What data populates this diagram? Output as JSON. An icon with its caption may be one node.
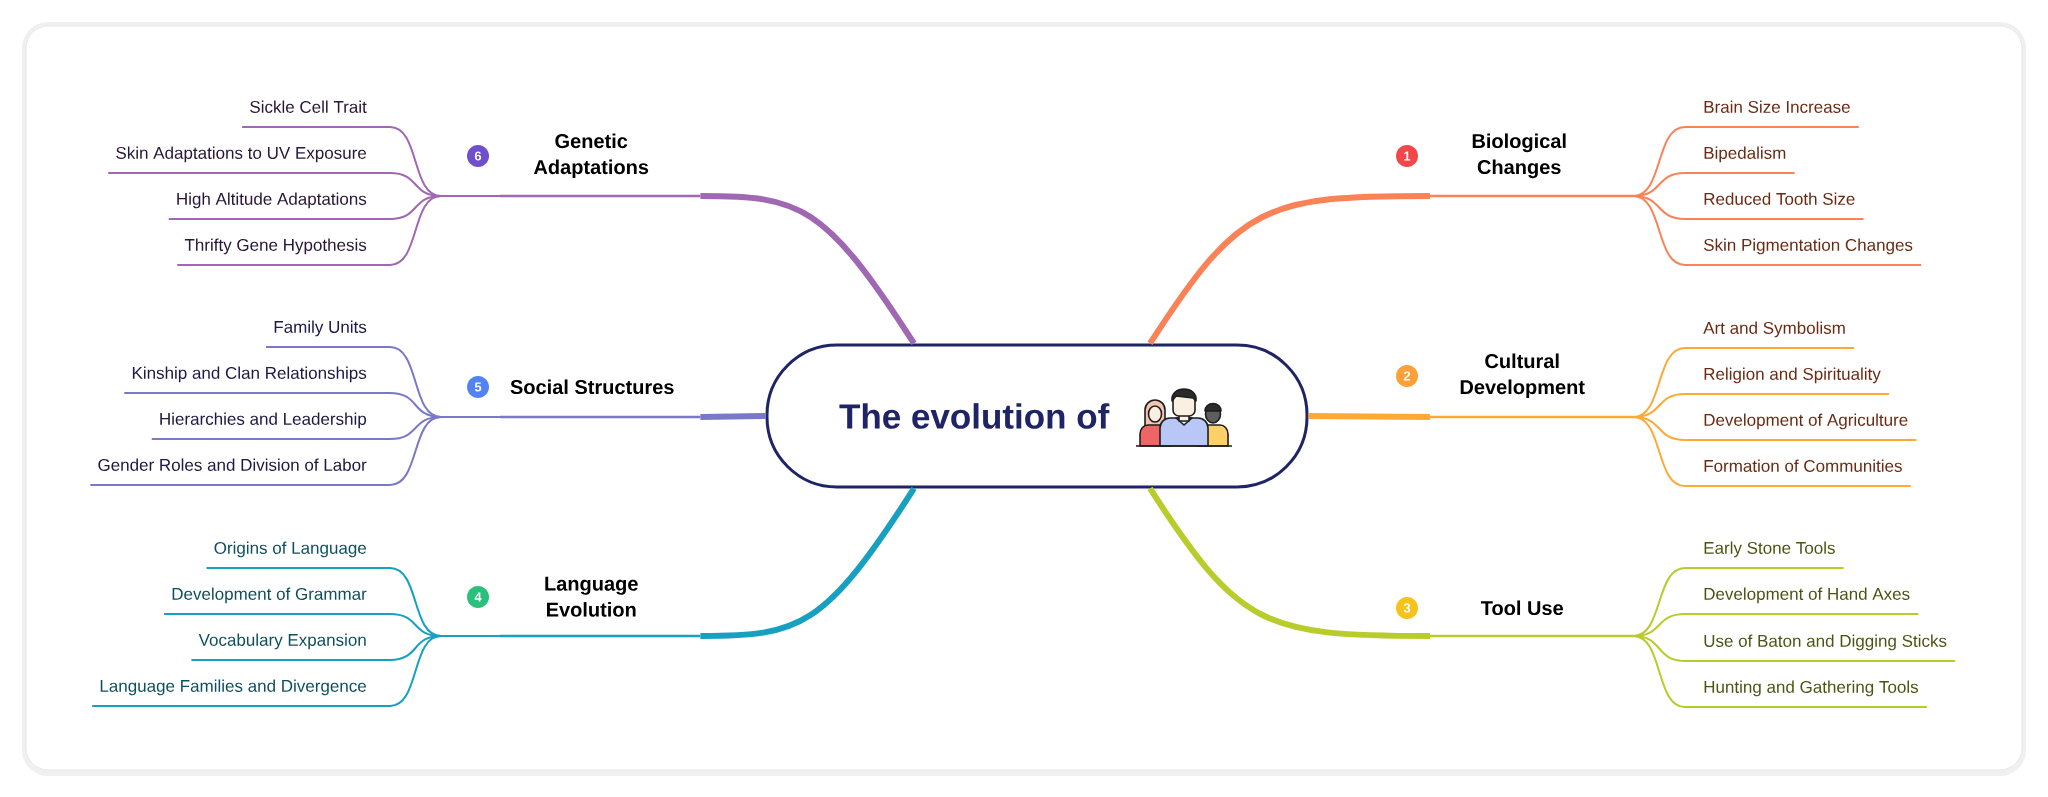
{
  "diagram": {
    "nodes": [
      {
        "text": [
          "The evolution of"
        ]
      },
      {
        "text": [
          "Biological Changes"
        ],
        "beside": [
          "1"
        ]
      },
      {
        "text": [
          "Brain Size Increase"
        ]
      },
      {
        "text": [
          "Bipedalism"
        ]
      },
      {
        "text": [
          "Reduced Tooth Size"
        ]
      },
      {
        "text": [
          "Skin Pigmentation Changes"
        ]
      },
      {
        "text": [
          "Cultural Development"
        ],
        "beside": [
          "2"
        ]
      },
      {
        "text": [
          "Art and Symbolism"
        ]
      },
      {
        "text": [
          "Religion and Spirituality"
        ]
      },
      {
        "text": [
          "Development of Agriculture"
        ]
      },
      {
        "text": [
          "Formation of Communities"
        ]
      },
      {
        "text": [
          "Tool Use"
        ],
        "beside": [
          "3"
        ]
      },
      {
        "text": [
          "Early Stone Tools"
        ]
      },
      {
        "text": [
          "Development of Hand Axes"
        ]
      },
      {
        "text": [
          "Use of Baton and Digging Sticks"
        ]
      },
      {
        "text": [
          "Hunting and Gathering Tools"
        ]
      },
      {
        "text": [
          "Language Evolution"
        ],
        "beside": [
          "4"
        ]
      },
      {
        "text": [
          "Origins of Language"
        ]
      },
      {
        "text": [
          "Development of Grammar"
        ]
      },
      {
        "text": [
          "Vocabulary Expansion"
        ]
      },
      {
        "text": [
          "Language Families and Divergence"
        ]
      },
      {
        "text": [
          "Social Structures"
        ],
        "beside": [
          "5"
        ]
      },
      {
        "text": [
          "Family Units"
        ]
      },
      {
        "text": [
          "Kinship and Clan Relationships"
        ]
      },
      {
        "text": [
          "Hierarchies and Leadership"
        ]
      },
      {
        "text": [
          "Gender Roles and Division of Labor"
        ]
      },
      {
        "text": [
          "Genetic Adaptations"
        ],
        "beside": [
          "6"
        ]
      },
      {
        "text": [
          "Sickle Cell Trait"
        ]
      },
      {
        "text": [
          "Skin Adaptations to UV Exposure"
        ]
      },
      {
        "text": [
          "High Altitude Adaptations"
        ]
      },
      {
        "text": [
          "Thrifty Gene Hypothesis"
        ]
      }
    ],
    "edges": [
      {
        "from": 0,
        "to": 1,
        "arrow": "none",
        "style": "thick",
        "color": "#fb8156"
      },
      {
        "from": 1,
        "to": 2,
        "arrow": "none",
        "color": "#fb8156"
      },
      {
        "from": 1,
        "to": 3,
        "arrow": "none",
        "color": "#fb8156"
      },
      {
        "from": 1,
        "to": 4,
        "arrow": "none",
        "color": "#fb8156"
      },
      {
        "from": 1,
        "to": 5,
        "arrow": "none",
        "color": "#fb8156"
      },
      {
        "from": 0,
        "to": 6,
        "arrow": "none",
        "style": "thick",
        "color": "#fdaa35"
      },
      {
        "from": 6,
        "to": 7,
        "arrow": "none",
        "color": "#fdaa35"
      },
      {
        "from": 6,
        "to": 8,
        "arrow": "none",
        "color": "#fdaa35"
      },
      {
        "from": 6,
        "to": 9,
        "arrow": "none",
        "color": "#fdaa35"
      },
      {
        "from": 6,
        "to": 10,
        "arrow": "none",
        "color": "#fdaa35"
      },
      {
        "from": 0,
        "to": 11,
        "arrow": "none",
        "style": "thick",
        "color": "#b8cc2b"
      },
      {
        "from": 11,
        "to": 12,
        "arrow": "none",
        "color": "#b8cc2b"
      },
      {
        "from": 11,
        "to": 13,
        "arrow": "none",
        "color": "#b8cc2b"
      },
      {
        "from": 11,
        "to": 14,
        "arrow": "none",
        "color": "#b8cc2b"
      },
      {
        "from": 11,
        "to": 15,
        "arrow": "none",
        "color": "#b8cc2b"
      },
      {
        "from": 0,
        "to": 16,
        "arrow": "none",
        "style": "thick",
        "color": "#17a0c0"
      },
      {
        "from": 16,
        "to": 17,
        "arrow": "none",
        "color": "#17a0c0"
      },
      {
        "from": 16,
        "to": 18,
        "arrow": "none",
        "color": "#17a0c0"
      },
      {
        "from": 16,
        "to": 19,
        "arrow": "none",
        "color": "#17a0c0"
      },
      {
        "from": 16,
        "to": 20,
        "arrow": "none",
        "color": "#17a0c0"
      },
      {
        "from": 0,
        "to": 21,
        "arrow": "none",
        "style": "thick",
        "color": "#7a79c9"
      },
      {
        "from": 21,
        "to": 22,
        "arrow": "none",
        "color": "#7a79c9"
      },
      {
        "from": 21,
        "to": 23,
        "arrow": "none",
        "color": "#7a79c9"
      },
      {
        "from": 21,
        "to": 24,
        "arrow": "none",
        "color": "#7a79c9"
      },
      {
        "from": 21,
        "to": 25,
        "arrow": "none",
        "color": "#7a79c9"
      },
      {
        "from": 0,
        "to": 26,
        "arrow": "none",
        "style": "thick",
        "color": "#a067b3"
      },
      {
        "from": 26,
        "to": 27,
        "arrow": "none",
        "color": "#a067b3"
      },
      {
        "from": 26,
        "to": 28,
        "arrow": "none",
        "color": "#a067b3"
      },
      {
        "from": 26,
        "to": 29,
        "arrow": "none",
        "color": "#a067b3"
      },
      {
        "from": 26,
        "to": 30,
        "arrow": "none",
        "color": "#a067b3"
      }
    ]
  }
}
